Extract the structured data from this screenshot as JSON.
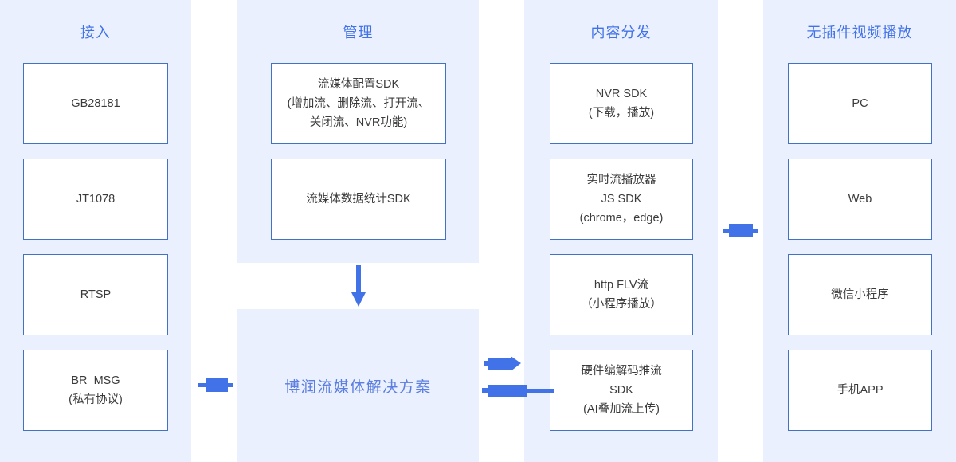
{
  "diagram": {
    "title": "博润流媒体解决方案",
    "accent_color": "#4272e8",
    "band_color": "#eaf0fd",
    "arrow_color": "#4272e8",
    "node_border_color": "#4272c4",
    "node_text_color": "#3b3b3b",
    "columns": [
      {
        "id": "access",
        "title": "接入",
        "nodes": [
          {
            "lines": [
              "GB28181"
            ]
          },
          {
            "lines": [
              "JT1078"
            ]
          },
          {
            "lines": [
              "RTSP"
            ]
          },
          {
            "lines": [
              "BR_MSG",
              "(私有协议)"
            ]
          }
        ]
      },
      {
        "id": "management",
        "title": "管理",
        "nodes": [
          {
            "lines": [
              "流媒体配置SDK",
              "(增加流、删除流、打开流、",
              "关闭流、NVR功能)"
            ]
          },
          {
            "lines": [
              "流媒体数据统计SDK"
            ]
          }
        ]
      },
      {
        "id": "distribution",
        "title": "内容分发",
        "nodes": [
          {
            "lines": [
              "NVR SDK",
              "(下载，播放)"
            ]
          },
          {
            "lines": [
              "实时流播放器",
              "JS SDK",
              "(chrome，edge)"
            ]
          },
          {
            "lines": [
              "http FLV流",
              "（小程序播放）"
            ]
          },
          {
            "lines": [
              "硬件编解码推流",
              "SDK",
              "(AI叠加流上传)"
            ]
          }
        ]
      },
      {
        "id": "playback",
        "title": "无插件视频播放",
        "nodes": [
          {
            "lines": [
              "PC"
            ]
          },
          {
            "lines": [
              "Web"
            ]
          },
          {
            "lines": [
              "微信小程序"
            ]
          },
          {
            "lines": [
              "手机APP"
            ]
          }
        ]
      }
    ],
    "connectors": [
      {
        "id": "management-to-core",
        "direction": "down"
      },
      {
        "id": "access-to-core",
        "direction": "right"
      },
      {
        "id": "core-to-distribution-upper",
        "direction": "right"
      },
      {
        "id": "core-to-distribution-lower",
        "direction": "left"
      },
      {
        "id": "distribution-to-playback",
        "direction": "right"
      }
    ]
  }
}
